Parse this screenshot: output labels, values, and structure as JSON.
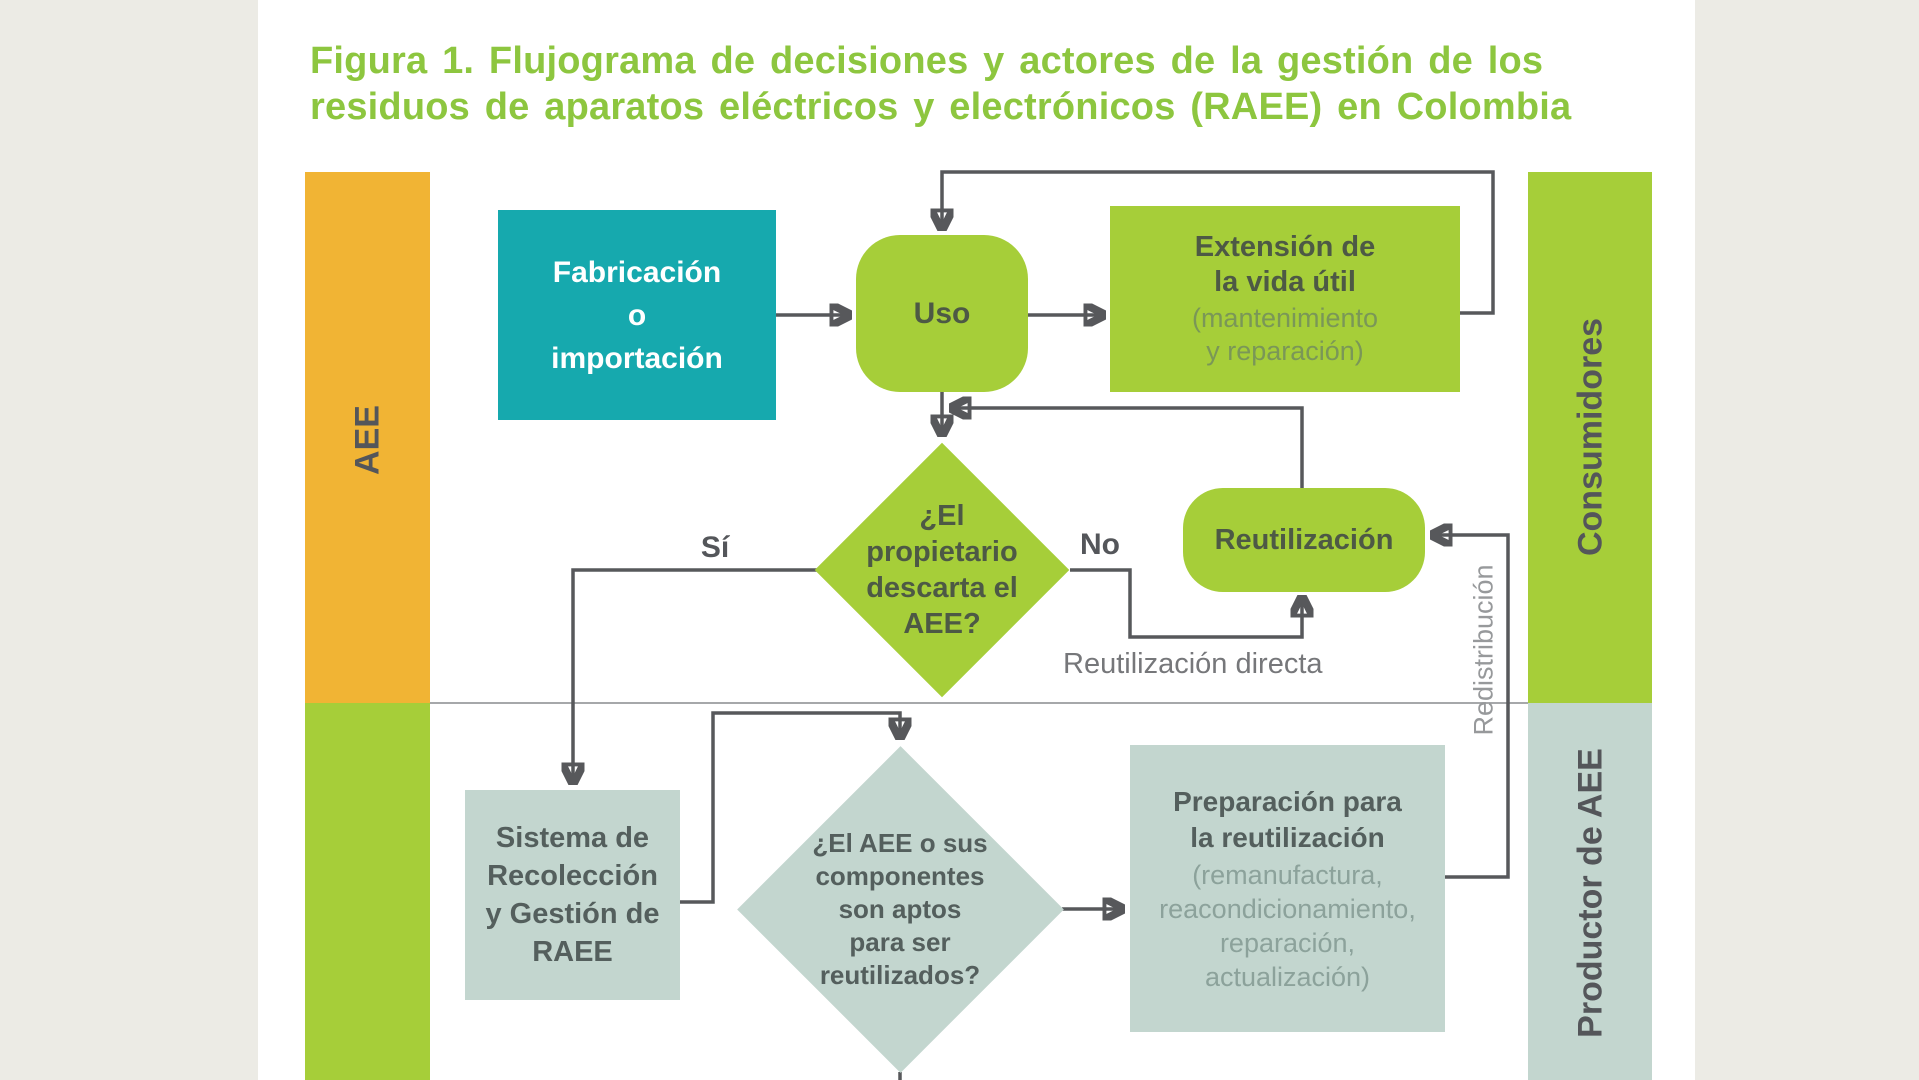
{
  "title": {
    "line1": "Figura 1. Flujograma de decisiones y actores de la gestión de los",
    "line2": "residuos de aparatos eléctricos y electrónicos (RAEE) en Colombia"
  },
  "lanes": {
    "aee": "AEE",
    "consumidores": "Consumidores",
    "productor": "Productor de AEE"
  },
  "nodes": {
    "fabricacion": "Fabricación\no\nimportación",
    "uso": "Uso",
    "extension_title": "Extensión de\nla vida útil",
    "extension_sub": "(mantenimiento\ny reparación)",
    "decision1": "¿El\npropietario\ndescarta el\nAEE?",
    "reutilizacion": "Reutilización",
    "sistema": "Sistema de\nRecolección\ny Gestión de\nRAEE",
    "decision2": "¿El AEE o sus\ncomponentes\nson aptos\npara ser\nreutilizados?",
    "preparacion_title": "Preparación para\nla reutilización",
    "preparacion_sub": "(remanufactura,\nreacondicionamiento,\nreparación,\nactualización)"
  },
  "edge_labels": {
    "si": "Sí",
    "no": "No",
    "reutilizacion_directa": "Reutilización directa",
    "redistribucion": "Redistribución"
  },
  "colors": {
    "bg_gray": "#ECEBE5",
    "title_green": "#8DC63F",
    "lane_orange": "#F1B434",
    "green": "#A6CE39",
    "teal": "#16A9AE",
    "sage": "#C3D6CF",
    "line_gray": "#57585B",
    "divider": "#A6A8AA",
    "text_on_green": "#4D5945",
    "text_sub_green": "#7A9757",
    "text_sage": "#545F5D",
    "text_sub_sage": "#8CA29B",
    "text_label": "#54565A",
    "text_gray": "#76777A",
    "text_lightgray": "#97999B"
  }
}
